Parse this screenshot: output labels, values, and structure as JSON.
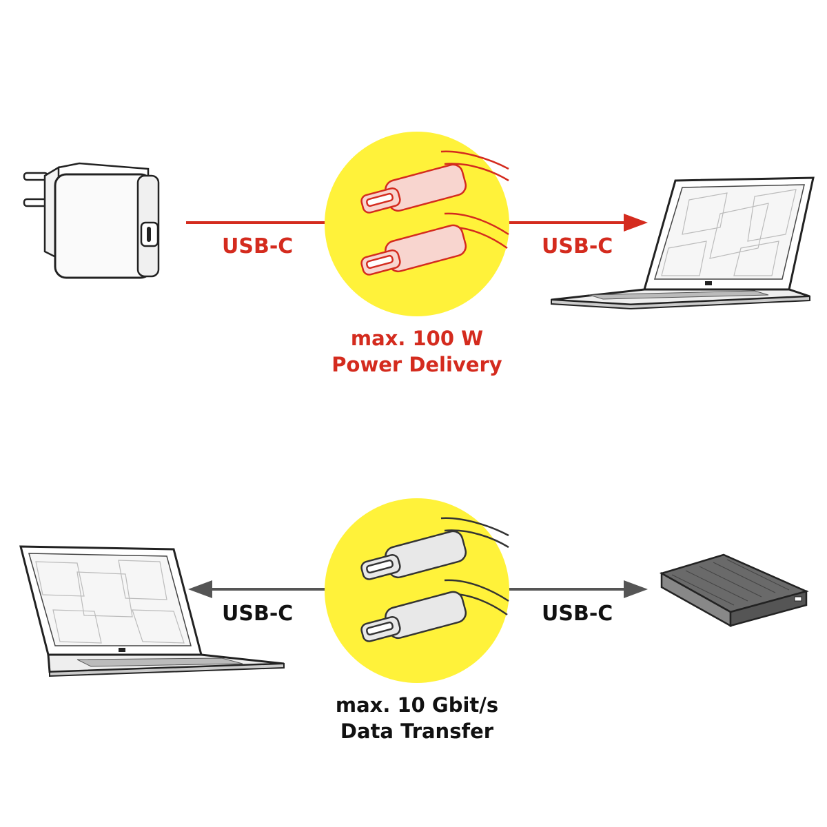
{
  "colors": {
    "power": "#d42b1e",
    "data": "#555555",
    "disc": "#fff23a",
    "text_data": "#111111"
  },
  "power_section": {
    "left_connector_label": "USB-C",
    "right_connector_label": "USB-C",
    "caption_line1": "max. 100 W",
    "caption_line2": "Power Delivery",
    "left_device_icon": "wall-charger-icon",
    "right_device_icon": "laptop-icon",
    "center_icon": "usb-c-cable-icon"
  },
  "data_section": {
    "left_connector_label": "USB-C",
    "right_connector_label": "USB-C",
    "caption_line1": "max. 10 Gbit/s",
    "caption_line2": "Data Transfer",
    "left_device_icon": "laptop-icon",
    "right_device_icon": "external-drive-icon",
    "center_icon": "usb-c-cable-icon"
  }
}
